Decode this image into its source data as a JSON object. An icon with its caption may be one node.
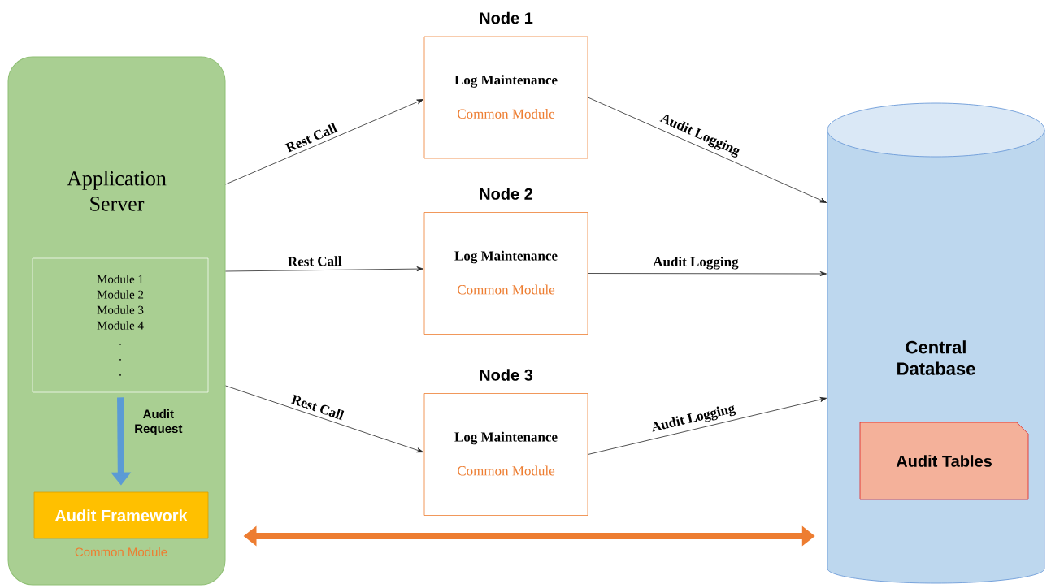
{
  "diagram": {
    "nodes": [
      {
        "text": [
          "Application Server"
        ]
      },
      {
        "text": [
          "Module 1",
          "Module 2",
          "Module 3",
          "Module 4",
          ".",
          ".",
          "."
        ],
        "in": 0
      },
      {
        "text": [
          "Audit Framework"
        ],
        "in": 0,
        "beside": [
          "Common Module"
        ]
      },
      {
        "text": [
          "Node 1",
          "Log Maintenance",
          "Common Module"
        ]
      },
      {
        "text": [
          "Node 2",
          "Log Maintenance",
          "Common Module"
        ]
      },
      {
        "text": [
          "Node 3",
          "Log Maintenance",
          "Common Module"
        ]
      },
      {
        "text": [
          "Central Database"
        ]
      },
      {
        "text": [
          "Audit Tables"
        ],
        "in": 6
      }
    ],
    "edges": [
      {
        "from": 0,
        "to": 3,
        "arrow": "to",
        "label": "Rest Call"
      },
      {
        "from": 0,
        "to": 4,
        "arrow": "to",
        "label": "Rest Call"
      },
      {
        "from": 0,
        "to": 5,
        "arrow": "to",
        "label": "Rest Call"
      },
      {
        "from": 3,
        "to": 6,
        "arrow": "to",
        "label": "Audit Logging"
      },
      {
        "from": 4,
        "to": 6,
        "arrow": "to",
        "label": "Audit Logging"
      },
      {
        "from": 5,
        "to": 6,
        "arrow": "to",
        "label": "Audit Logging"
      },
      {
        "from": 1,
        "to": 2,
        "arrow": "to",
        "label": "Audit Request",
        "style": "thick",
        "color": "#5b9bd5"
      },
      {
        "from": 0,
        "to": 6,
        "arrow": "both",
        "style": "thick",
        "color": "#ed7d31"
      }
    ]
  }
}
